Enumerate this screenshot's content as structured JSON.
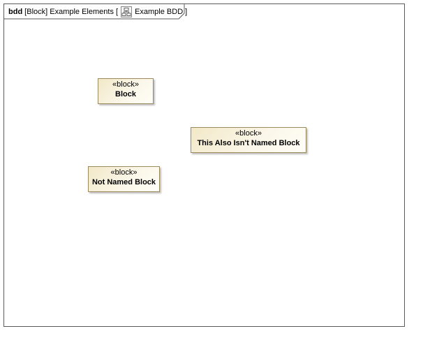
{
  "frame": {
    "kind": "bdd",
    "context": "[Block] Example Elements [",
    "diagram_name": "Example BDD",
    "close_bracket": "]",
    "diagram_icon": "class-diagram-icon"
  },
  "blocks": [
    {
      "stereotype": "«block»",
      "name": "Block"
    },
    {
      "stereotype": "«block»",
      "name": "This Also Isn't Named Block"
    },
    {
      "stereotype": "«block»",
      "name": "Not Named Block"
    }
  ],
  "colors": {
    "block_border": "#9c8a5c",
    "block_fill": "#f2e8c8",
    "frame_border": "#5a5a5a"
  }
}
